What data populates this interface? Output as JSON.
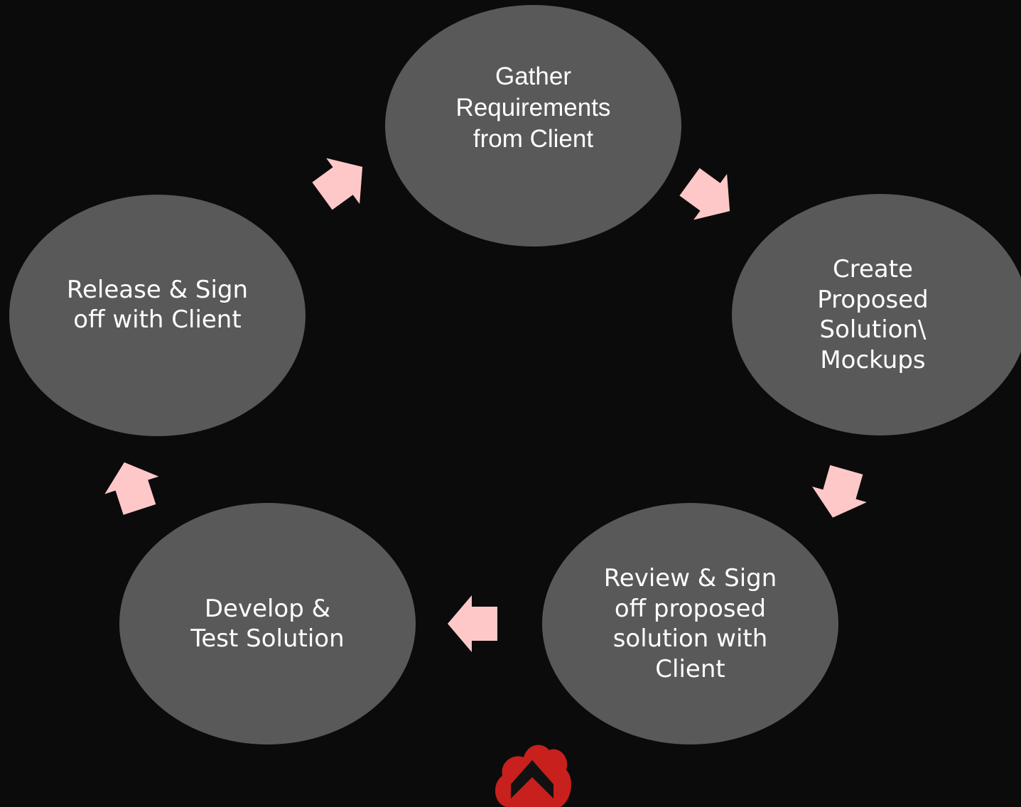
{
  "diagram": {
    "type": "cycle",
    "colors": {
      "background": "#0c0b0b",
      "node_fill": "#595959",
      "node_text": "#ffffff",
      "arrow_fill": "#ffc8c8",
      "logo_red": "#c8201c"
    },
    "nodes": [
      {
        "id": "gather",
        "label": "Gather\nRequirements\nfrom Client"
      },
      {
        "id": "create",
        "label": "Create\nProposed\nSolution\\\nMockups"
      },
      {
        "id": "review",
        "label": "Review & Sign\noff proposed\nsolution with\nClient"
      },
      {
        "id": "develop",
        "label": "Develop &\nTest Solution"
      },
      {
        "id": "release",
        "label": "Release & Sign\noff with Client"
      }
    ],
    "edges": [
      {
        "from": "gather",
        "to": "create"
      },
      {
        "from": "create",
        "to": "review"
      },
      {
        "from": "review",
        "to": "develop"
      },
      {
        "from": "develop",
        "to": "release"
      },
      {
        "from": "release",
        "to": "gather"
      }
    ],
    "logo_icon": "chevron-up-cloud-logo-icon"
  }
}
